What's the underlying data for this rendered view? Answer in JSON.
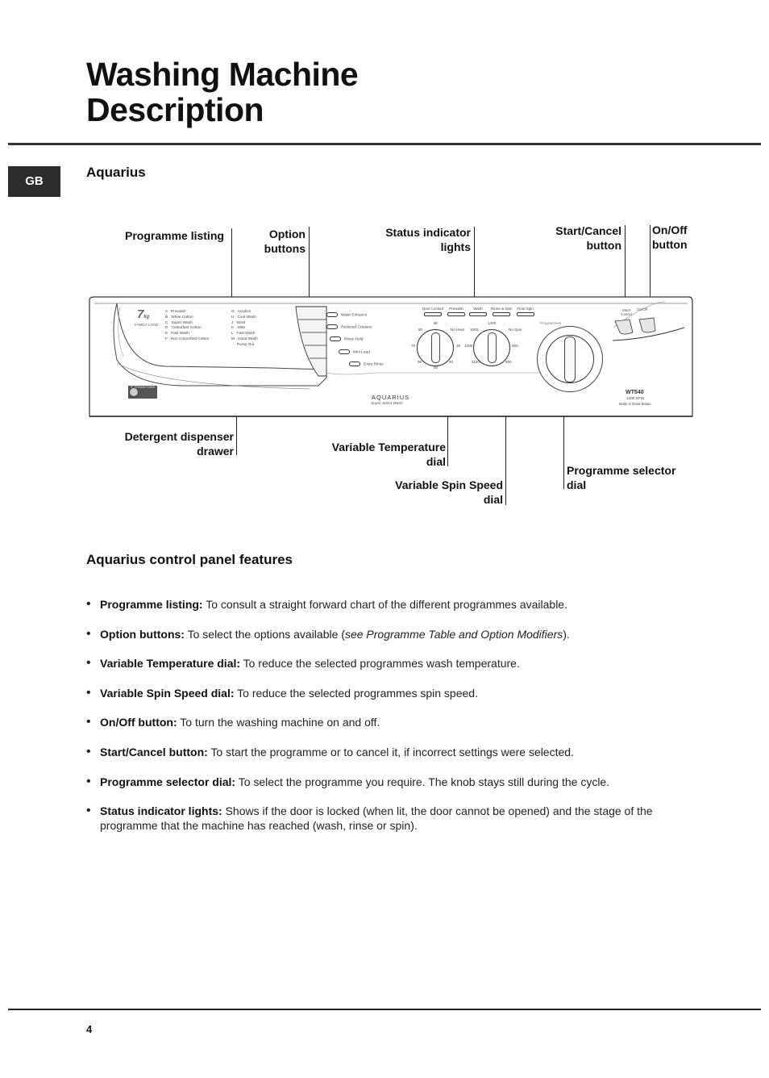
{
  "page": {
    "title_line1": "Washing Machine",
    "title_line2": "Description",
    "lang_tab": "GB",
    "section_heading": "Aquarius",
    "features_heading": "Aquarius control panel features",
    "page_number": "4"
  },
  "callouts": {
    "programme_listing": "Programme listing",
    "option_buttons_1": "Option",
    "option_buttons_2": "buttons",
    "status_lights_1": "Status indicator",
    "status_lights_2": "lights",
    "start_cancel_1": "Start/Cancel",
    "start_cancel_2": "button",
    "on_off_1": "On/Off",
    "on_off_2": "button",
    "detergent_1": "Detergent dispenser",
    "detergent_2": "drawer",
    "temp_dial_1": "Variable Temperature",
    "temp_dial_2": "dial",
    "spin_dial_1": "Variable Spin Speed",
    "spin_dial_2": "dial",
    "selector_1": "Programme selector",
    "selector_2": "dial"
  },
  "panel": {
    "brand_weight": "7",
    "brand_unit": "kg",
    "family_load": "FAMILY LOAD",
    "programmes_left": [
      "A   Prewash",
      "B   White Cotton",
      "C   Super Wash",
      "D   Colourfast Cotton",
      "E   Fast Wash",
      "F   Non Colourfast Cotton"
    ],
    "programmes_right": [
      "G   Acrylics",
      "H   Cool Wash",
      "J   Wool",
      "K   Silks",
      "L   Fast Wash",
      "M   Hand Wash",
      "     Pump Out"
    ],
    "options": [
      "Wash Enhance",
      "Reduced Creases",
      "Rinse Hold",
      "Mini Load",
      "Extra Rinse"
    ],
    "status_lights": [
      "Door Locked",
      "Prewash",
      "Wash",
      "Rinse & Spin",
      "Final Spin"
    ],
    "temp_values": [
      "60",
      "80",
      "90",
      "No Heat",
      "30",
      "40",
      "50",
      "70"
    ],
    "spin_values": [
      "1400",
      "1200",
      "1000",
      "No Spin",
      "1100",
      "800",
      "500"
    ],
    "programmes_word": "Programmes",
    "start_cancel": "Start/ Cancel",
    "on_off": "On/Off",
    "badge": "PLATINUM CARE",
    "aquarius": "AQUARIUS",
    "tagline": "Super Silent Wash",
    "model": "WT540",
    "spin": "1400 SPIN",
    "made_in": "Made in Great Britain"
  },
  "features": [
    {
      "term": "Programme listing:",
      "text": " To consult a straight forward chart of the different programmes available.",
      "italic": "",
      "tail": ""
    },
    {
      "term": "Option buttons:",
      "text": " To select the options available (",
      "italic": "see Programme Table and Option Modifiers",
      "tail": ")."
    },
    {
      "term": "Variable Temperature dial:",
      "text": " To reduce the selected programmes wash temperature.",
      "italic": "",
      "tail": ""
    },
    {
      "term": "Variable Spin Speed dial:",
      "text": " To reduce the selected programmes spin speed.",
      "italic": "",
      "tail": ""
    },
    {
      "term": "On/Off button:",
      "text": " To turn the washing machine on and off.",
      "italic": "",
      "tail": ""
    },
    {
      "term": "Start/Cancel button:",
      "text": " To start the programme or to cancel it, if incorrect settings were selected.",
      "italic": "",
      "tail": ""
    },
    {
      "term": "Programme selector dial:",
      "text": " To select the programme you require. The knob stays still during the cycle.",
      "italic": "",
      "tail": ""
    },
    {
      "term": "Status indicator lights:",
      "text": " Shows if the door is locked (when lit, the door cannot be opened) and the stage of the programme that the machine has reached (wash, rinse or spin).",
      "italic": "",
      "tail": ""
    }
  ]
}
